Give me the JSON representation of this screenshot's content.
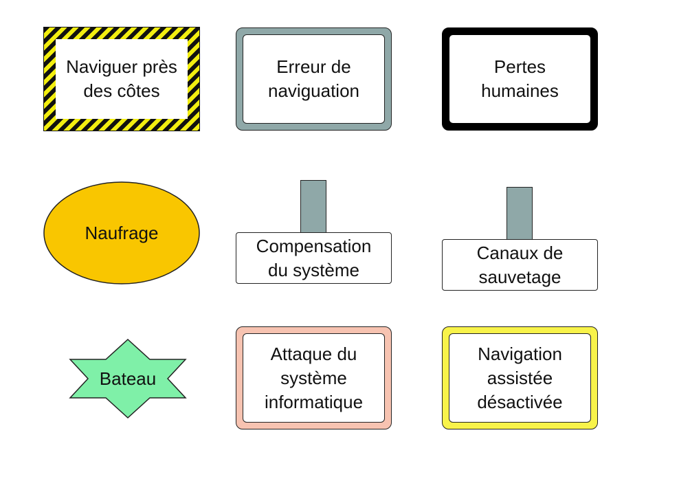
{
  "nodes": {
    "naviguer": {
      "label": "Naviguer près\ndes côtes"
    },
    "erreur": {
      "label": "Erreur de\nnaviguation"
    },
    "pertes": {
      "label": "Pertes\nhumaines"
    },
    "naufrage": {
      "label": "Naufrage"
    },
    "compensation": {
      "label": "Compensation\ndu système"
    },
    "canaux": {
      "label": "Canaux de\nsauvetage"
    },
    "bateau": {
      "label": "Bateau"
    },
    "attaque": {
      "label": "Attaque du\nsystème\ninformatique"
    },
    "navigation": {
      "label": "Navigation\nassistée\ndésactivée"
    }
  },
  "colors": {
    "hazard_stripe_dark": "#111111",
    "hazard_stripe_light": "#f2ee10",
    "frame_gray": "#8fa8a8",
    "frame_black": "#000000",
    "frame_pink": "#f7c3b1",
    "frame_yellow": "#f8f34a",
    "ellipse_fill": "#f9c600",
    "star_fill": "#7ff0a8"
  }
}
